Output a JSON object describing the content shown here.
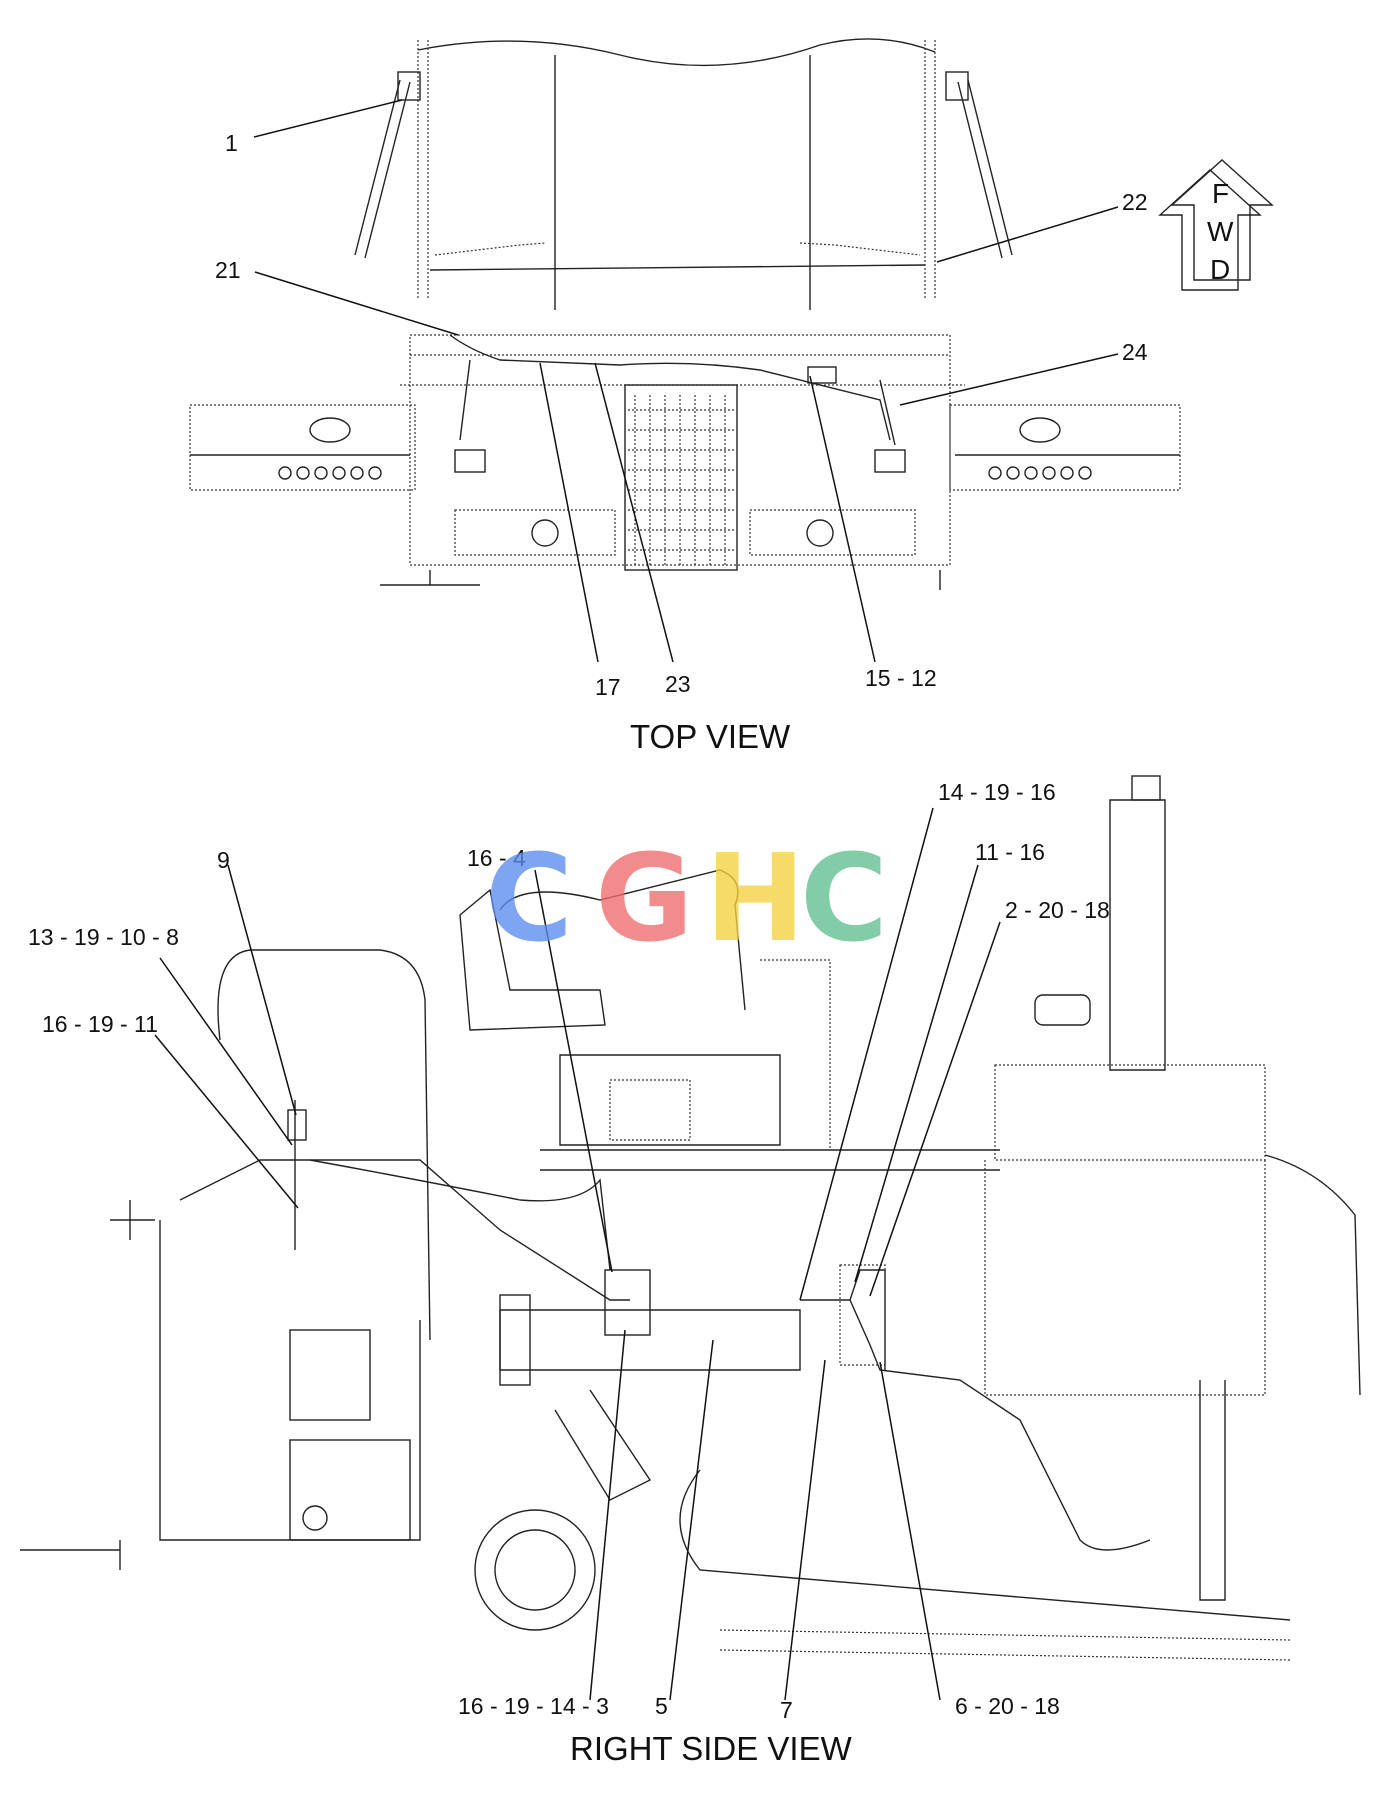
{
  "top_view": {
    "title": "TOP VIEW",
    "callouts": [
      "1",
      "21",
      "22",
      "24",
      "17",
      "23",
      "15 - 12"
    ]
  },
  "side_view": {
    "title": "RIGHT SIDE VIEW",
    "callouts": [
      "9",
      "13 - 19 - 10 - 8",
      "16 - 19 - 11",
      "16 - 4",
      "14 - 19 - 16",
      "11 - 16",
      "2 - 20 - 18",
      "16 - 19 - 14 - 3",
      "5",
      "7",
      "6 - 20 - 18"
    ]
  },
  "fwd_arrow": {
    "letters": [
      "F",
      "W",
      "D"
    ]
  },
  "watermark": {
    "letters": [
      "C",
      "G",
      "H",
      "C"
    ],
    "colors": [
      "#5b8def",
      "#ef6b6b",
      "#f5d23f",
      "#5fbf8f"
    ]
  }
}
